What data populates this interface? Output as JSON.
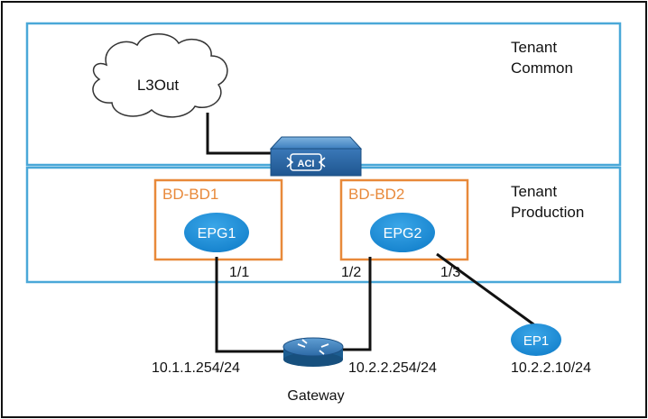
{
  "tenants": {
    "common": {
      "line1": "Tenant",
      "line2": "Common"
    },
    "production": {
      "line1": "Tenant",
      "line2": "Production"
    }
  },
  "l3out": {
    "label": "L3Out"
  },
  "aci_switch": {
    "label": "ACI"
  },
  "bridge_domains": [
    {
      "label": "BD-BD1",
      "epg": "EPG1"
    },
    {
      "label": "BD-BD2",
      "epg": "EPG2"
    }
  ],
  "ports": {
    "p1": "1/1",
    "p2": "1/2",
    "p3": "1/3"
  },
  "gateway": {
    "label": "Gateway",
    "left_ip": "10.1.1.254/24",
    "right_ip": "10.2.2.254/24"
  },
  "endpoint": {
    "label": "EP1",
    "ip": "10.2.2.10/24"
  },
  "colors": {
    "tenant_border": "#4aa8d8",
    "bd_border": "#e8893a",
    "bd_text": "#e8893a",
    "epg_fill": "#1e8fd6",
    "link": "#111111",
    "switch_fill": "#2f6ea8",
    "router_fill": "#1c5d91"
  }
}
